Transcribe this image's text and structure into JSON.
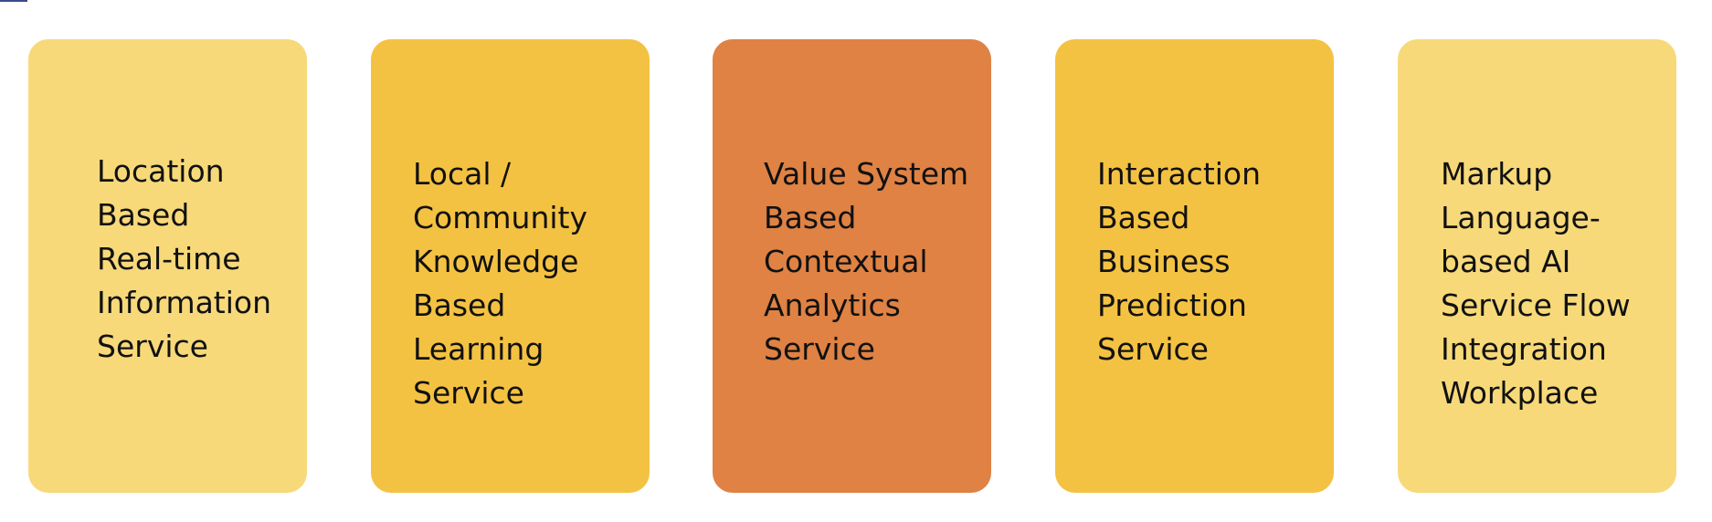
{
  "colors": {
    "light_yellow": "#F7D97A",
    "yellow": "#F4C242",
    "orange": "#DF8244",
    "text": "#111111"
  },
  "cards": [
    {
      "lines": [
        "Location",
        "Based",
        "Real-time",
        "Information",
        "Service"
      ],
      "color": "#F7D97A"
    },
    {
      "lines": [
        "Local /",
        "Community",
        "Knowledge",
        "Based",
        "Learning",
        "Service"
      ],
      "color": "#F4C242"
    },
    {
      "lines": [
        "Value System",
        "Based",
        "Contextual",
        "Analytics",
        "Service"
      ],
      "color": "#DF8244"
    },
    {
      "lines": [
        "Interaction",
        "Based",
        "Business",
        "Prediction",
        "Service"
      ],
      "color": "#F4C242"
    },
    {
      "lines": [
        "Markup",
        "Language-",
        "based AI",
        "Service Flow",
        "Integration",
        "Workplace"
      ],
      "color": "#F7D97A"
    }
  ]
}
